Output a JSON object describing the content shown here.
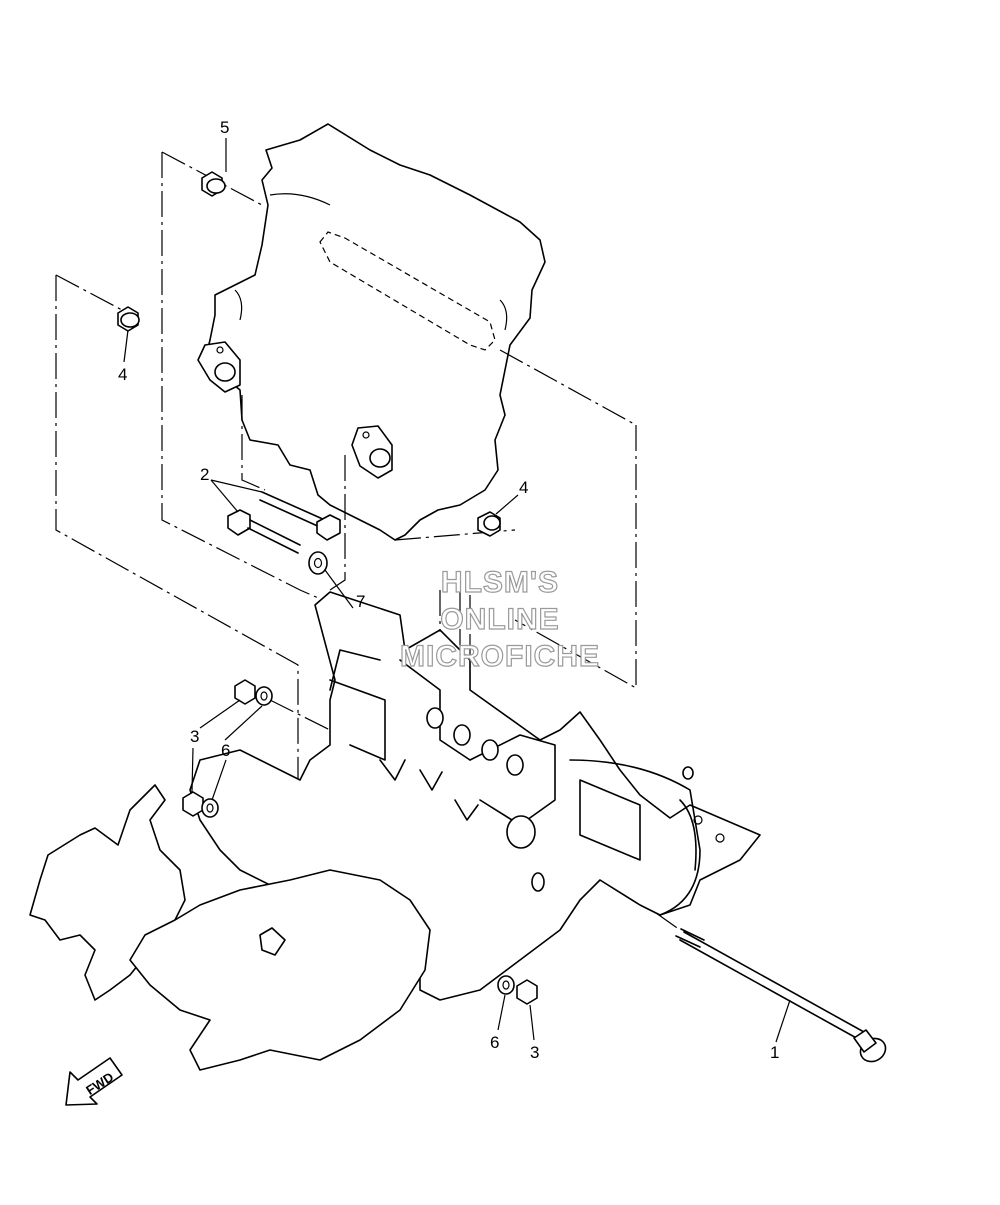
{
  "watermark": {
    "line1": "HLSM'S",
    "line2": "ONLINE",
    "line3": "MICROFICHE"
  },
  "direction_arrow": {
    "label": "FWD",
    "icon": "fwd-arrow-icon"
  },
  "callouts": {
    "part1": "1",
    "part2": "2",
    "part3_upper": "3",
    "part3_lower": "3",
    "part4_left": "4",
    "part4_right": "4",
    "part5": "5",
    "part6_upper": "6",
    "part6_lower": "6",
    "part7": "7"
  }
}
